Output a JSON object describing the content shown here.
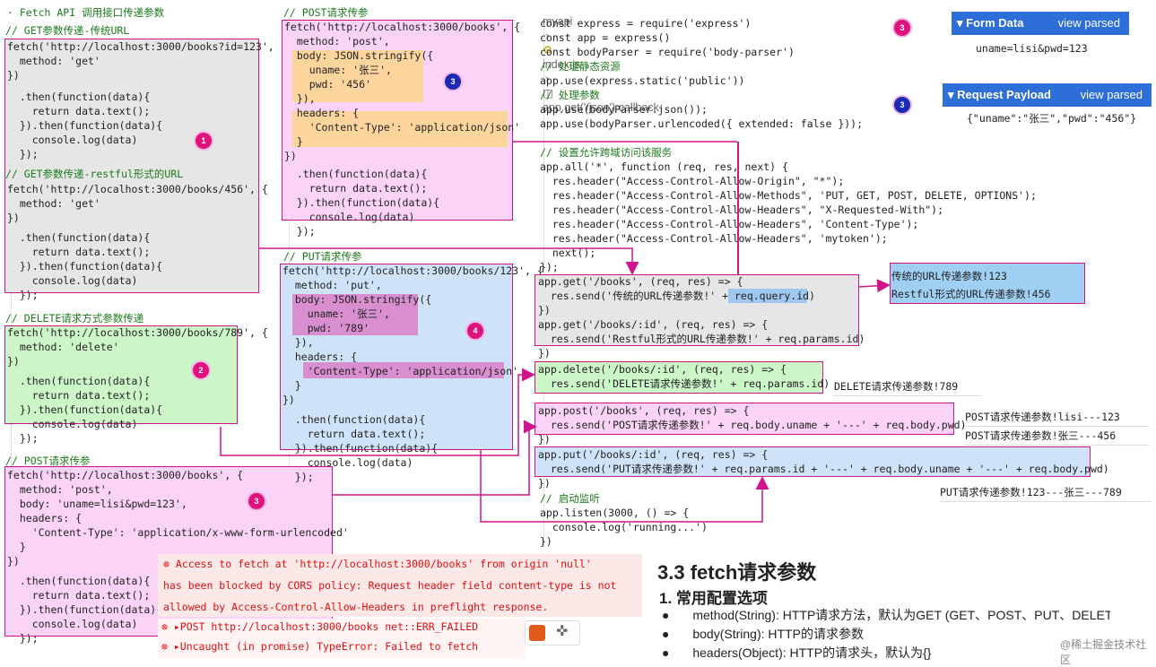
{
  "left": {
    "title": "· Fetch API 调用接口传递参数",
    "get_url_comment": "// GET参数传递-传统URL",
    "get_url_code": [
      "fetch('http://localhost:3000/books?id=123',",
      "  method: 'get'",
      "})",
      "  .then(function(data){",
      "    return data.text();",
      "  }).then(function(data){",
      "    console.log(data)",
      "  });"
    ],
    "restful_comment": "// GET参数传递-restful形式的URL",
    "restful_code": [
      "fetch('http://localhost:3000/books/456', {",
      "  method: 'get'",
      "})",
      "  .then(function(data){",
      "    return data.text();",
      "  }).then(function(data){",
      "    console.log(data)",
      "  });"
    ],
    "delete_comment": "// DELETE请求方式参数传递",
    "delete_code": [
      "fetch('http://localhost:3000/books/789', {",
      "  method: 'delete'",
      "})",
      "  .then(function(data){",
      "    return data.text();",
      "  }).then(function(data){",
      "    console.log(data)",
      "  });"
    ],
    "post_comment": "// POST请求传参",
    "post_code": [
      "fetch('http://localhost:3000/books', {",
      "  method: 'post',",
      "  body: 'uname=lisi&pwd=123',",
      "  headers: {",
      "    'Content-Type': 'application/x-www-form-urlencoded'",
      "  }",
      "})",
      "  .then(function(data){",
      "    return data.text();",
      "  }).then(function(data){",
      "    console.log(data)",
      "  });"
    ]
  },
  "middle": {
    "post_comment": "// POST请求传参",
    "post_code": [
      "fetch('http://localhost:3000/books', {",
      "  method: 'post',",
      "  body: JSON.stringify({",
      "    uname: '张三',",
      "    pwd: '456'",
      "  }),",
      "  headers: {",
      "    'Content-Type': 'application/json'",
      "  }",
      "})",
      "  .then(function(data){",
      "    return data.text();",
      "  }).then(function(data){",
      "    console.log(data)",
      "  });"
    ],
    "put_comment": "// PUT请求传参",
    "put_code": [
      "fetch('http://localhost:3000/books/123', {",
      "  method: 'put',",
      "  body: JSON.stringify({",
      "    uname: '张三',",
      "    pwd: '789'",
      "  }),",
      "  headers: {",
      "    'Content-Type': 'application/json'",
      "  }",
      "})",
      "  .then(function(data){",
      "    return data.text();",
      "  }).then(function(data){",
      "    console.log(data)",
      "  });"
    ]
  },
  "server": {
    "breadcrumb": [
      "myapi",
      "index.js",
      "app.get('/json') callback"
    ],
    "top_code": [
      "const express = require('express')",
      "const app = express()",
      "const bodyParser = require('body-parser')",
      "// 处理静态资源",
      "app.use(express.static('public'))",
      "// 处理参数",
      "app.use(bodyParser.json());",
      "app.use(bodyParser.urlencoded({ extended: false }));"
    ],
    "cors_code": [
      "// 设置允许跨域访问该服务",
      "app.all('*', function (req, res, next) {",
      "  res.header(\"Access-Control-Allow-Origin\", \"*\");",
      "  res.header(\"Access-Control-Allow-Methods\", 'PUT, GET, POST, DELETE, OPTIONS');",
      "  res.header(\"Access-Control-Allow-Headers\", \"X-Requested-With\");",
      "  res.header(\"Access-Control-Allow-Headers\", 'Content-Type');",
      "  res.header(\"Access-Control-Allow-Headers\", 'mytoken');",
      "  next();",
      "});"
    ],
    "get_code": [
      "app.get('/books', (req, res) => {",
      "  res.send('传统的URL传递参数!' + req.query.id)",
      "})",
      "app.get('/books/:id', (req, res) => {",
      "  res.send('Restful形式的URL传递参数!' + req.params.id)",
      "})"
    ],
    "delete_code": [
      "app.delete('/books/:id', (req, res) => {",
      "  res.send('DELETE请求传递参数!' + req.params.id)"
    ],
    "post_code": [
      "app.post('/books', (req, res) => {",
      "  res.send('POST请求传递参数!' + req.body.uname + '---' + req.body.pwd)",
      "})"
    ],
    "put_code": [
      "app.put('/books/:id', (req, res) => {",
      "  res.send('PUT请求传递参数!' + req.params.id + '---' + req.body.uname + '---' + req.body.pwd)",
      "})"
    ],
    "listen_code": [
      "// 启动监听",
      "app.listen(3000, () => {",
      "  console.log('running...')",
      "})"
    ]
  },
  "panels": {
    "form_data_title": "▾ Form Data",
    "form_data_view": "view parsed",
    "form_data_value": "uname=lisi&pwd=123",
    "payload_title": "▾ Request Payload",
    "payload_view": "view parsed",
    "payload_value": "{\"uname\":\"张三\",\"pwd\":\"456\"}"
  },
  "results": {
    "get_1": "传统的URL传递参数!123",
    "get_2": "Restful形式的URL传递参数!456",
    "delete": "DELETE请求传递参数!789",
    "post_1": "POST请求传递参数!lisi---123",
    "post_2": "POST请求传递参数!张三---456",
    "put": "PUT请求传递参数!123---张三---789"
  },
  "errors": {
    "line1": "⊗ Access to fetch at 'http://localhost:3000/books' from origin 'null'",
    "line2": "has been blocked by CORS policy: Request header field content-type is not",
    "line3": "allowed by Access-Control-Allow-Headers in preflight response.",
    "line4": "⊗ ▸POST http://localhost:3000/books net::ERR_FAILED",
    "line5": "⊗ ▸Uncaught (in promise) TypeError: Failed to fetch"
  },
  "doc": {
    "heading": "3.3 fetch请求参数",
    "subheading": "1. 常用配置选项",
    "bullets": [
      "method(String): HTTP请求方法，默认为GET (GET、POST、PUT、DELETE",
      "body(String): HTTP的请求参数",
      "headers(Object): HTTP的请求头，默认为{}"
    ],
    "watermark": "@稀土掘金技术社区"
  },
  "badges": {
    "b1": "1",
    "b2": "2",
    "b3": "3",
    "b4": "4"
  },
  "colors": {
    "pink_border": "#d0148c",
    "panel_blue": "#2d6ed8",
    "error_red": "#d11111"
  }
}
